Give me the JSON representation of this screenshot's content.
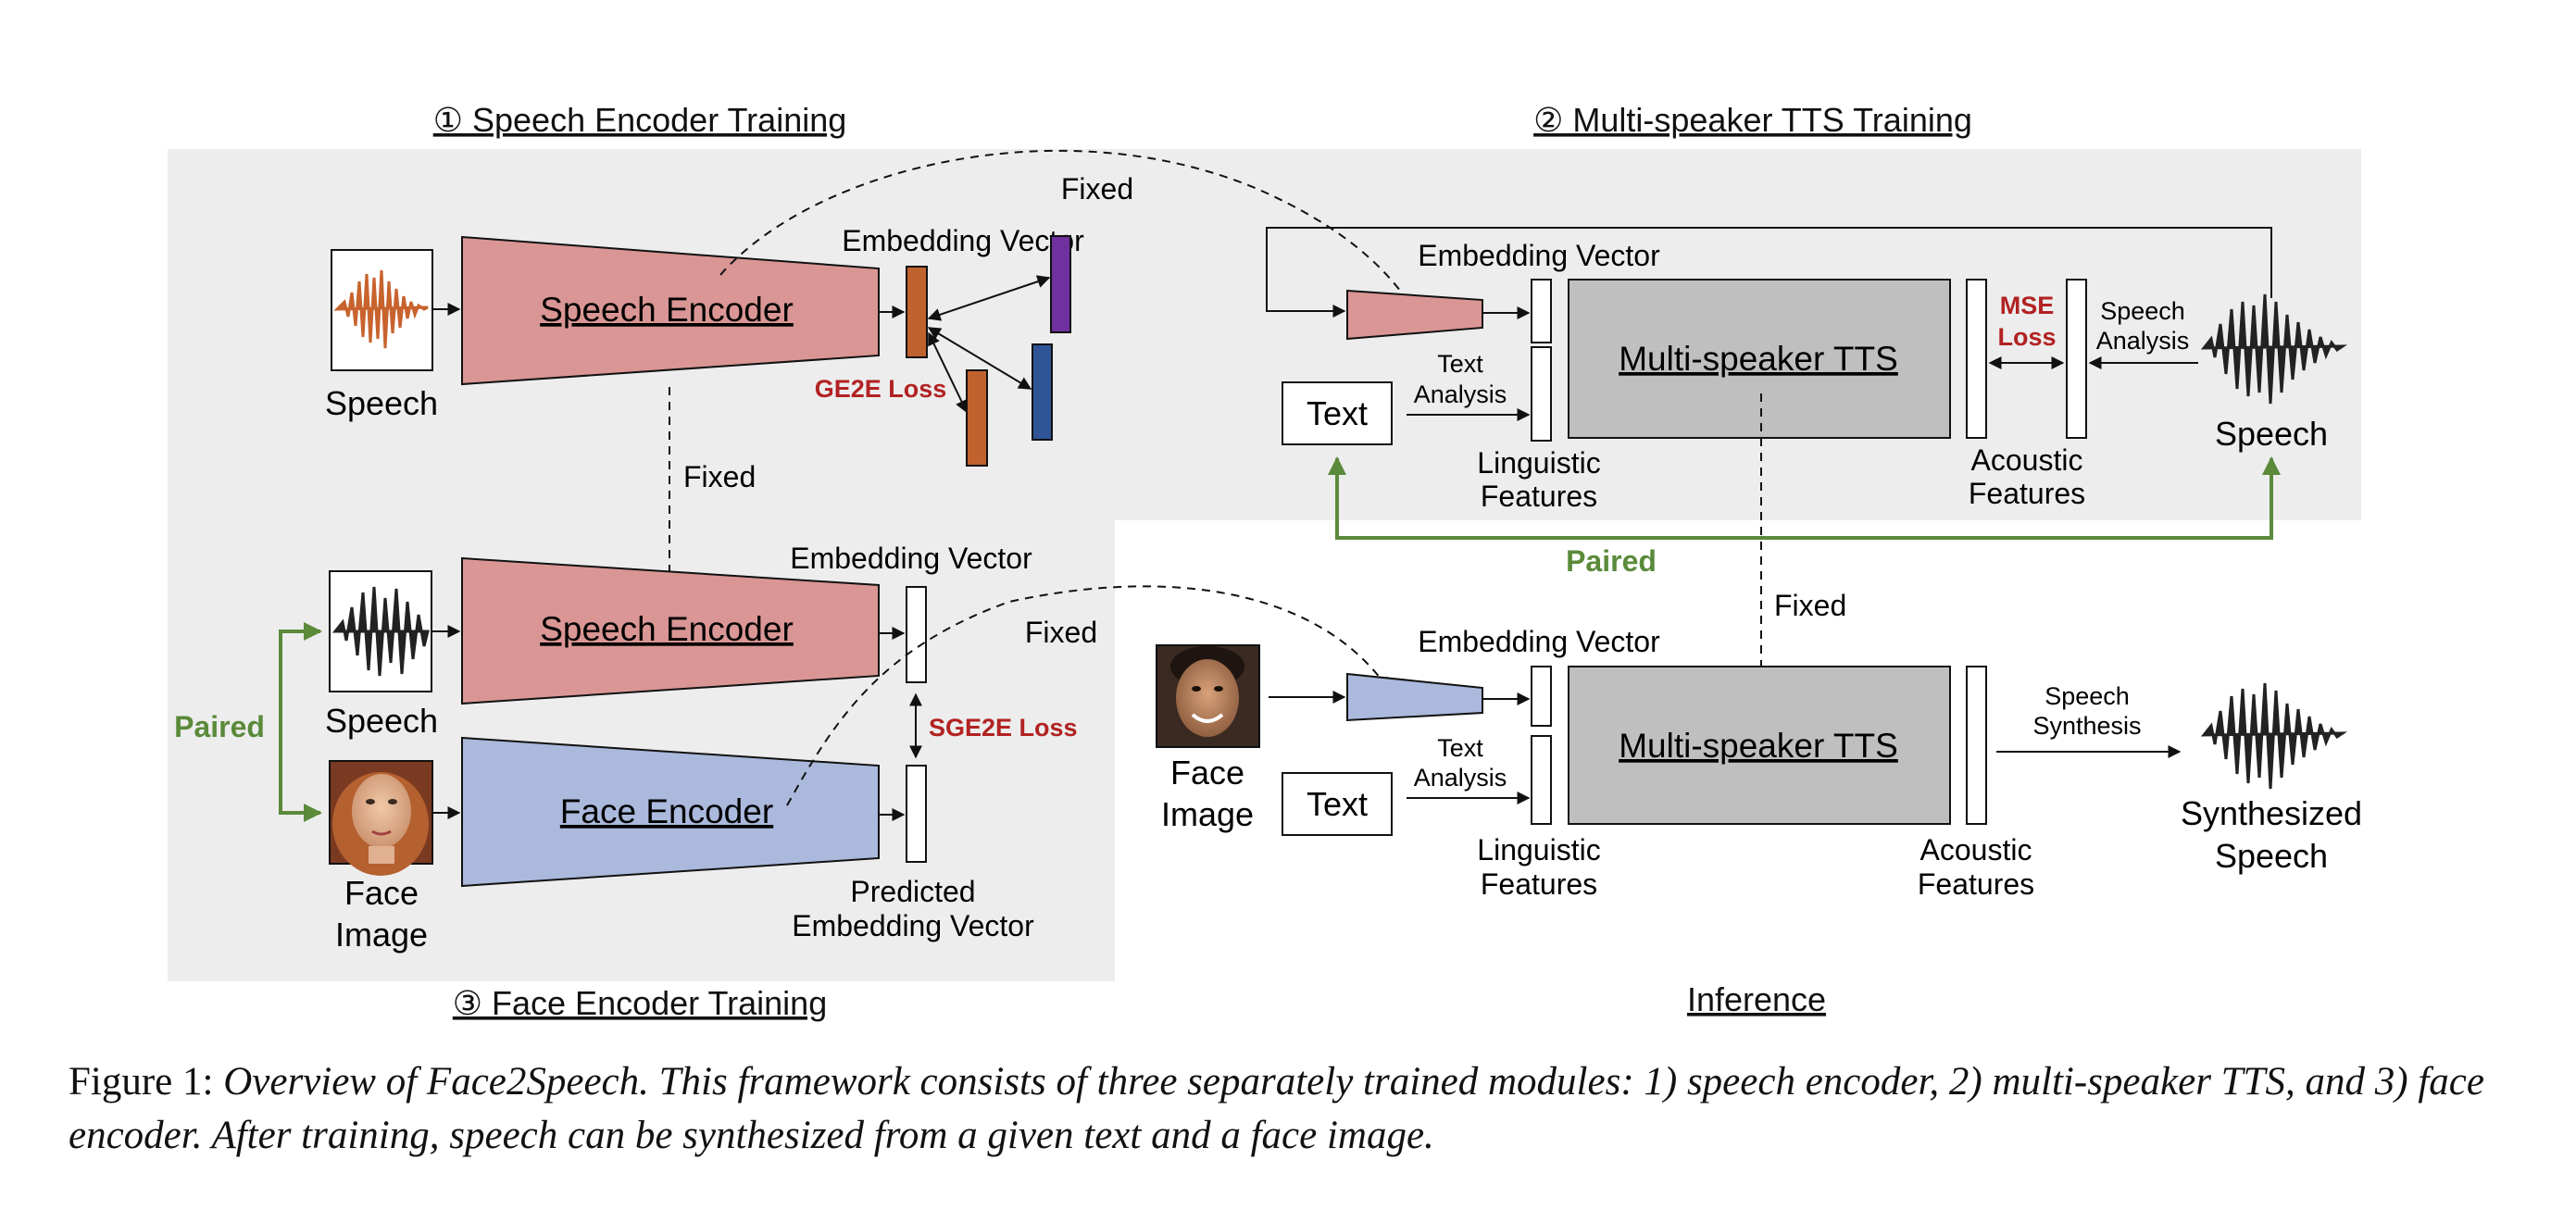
{
  "sections": {
    "speech_encoder_training": "① Speech Encoder Training",
    "tts_training": "② Multi-speaker TTS Training",
    "face_encoder_training": "③ Face Encoder Training",
    "inference": "Inference"
  },
  "labels": {
    "speech_encoder": "Speech Encoder",
    "face_encoder": "Face Encoder",
    "multi_speaker_tts": "Multi-speaker TTS",
    "embedding_vector": "Embedding Vector",
    "predicted_embedding_l1": "Predicted",
    "predicted_embedding_l2": "Embedding Vector",
    "fixed": "Fixed",
    "ge2e_loss": "GE2E  Loss",
    "sge2e_loss": "SGE2E  Loss",
    "mse_l1": "MSE",
    "mse_l2": "Loss",
    "speech": "Speech",
    "face_l1": "Face",
    "face_l2": "Image",
    "text": "Text",
    "text_analysis_l1": "Text",
    "text_analysis_l2": "Analysis",
    "linguistic_l1": "Linguistic",
    "linguistic_l2": "Features",
    "acoustic_l1": "Acoustic",
    "acoustic_l2": "Features",
    "speech_analysis_l1": "Speech",
    "speech_analysis_l2": "Analysis",
    "speech_synthesis_l1": "Speech",
    "speech_synthesis_l2": "Synthesis",
    "synthesized_l1": "Synthesized",
    "synthesized_l2": "Speech",
    "paired": "Paired"
  },
  "caption": {
    "label": "Figure 1: ",
    "text": "Overview of Face2Speech. This framework consists of three separately trained modules: 1) speech encoder, 2) multi-speaker TTS, and 3) face encoder. After training, speech can be synthesized from a given text and a face image."
  },
  "colors": {
    "panel_bg": "#ededed",
    "speech_encoder_fill": "#d99694",
    "face_encoder_fill": "#aab9dc",
    "tts_fill": "#bfbfbf",
    "embedding_orange": "#c0622d",
    "embedding_purple": "#7030a0",
    "embedding_blue": "#2f5597",
    "loss_red": "#b22222",
    "paired_green": "#5a8a3a",
    "waveform_orange": "#c8632e"
  }
}
